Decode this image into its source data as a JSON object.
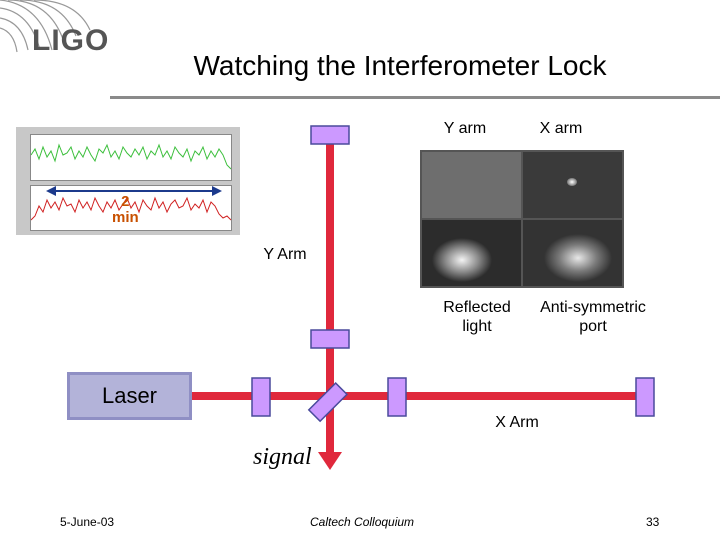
{
  "header": {
    "logo_text": "LIGO",
    "title": "Watching the Interferometer Lock"
  },
  "camera_labels": {
    "y_arm": "Y arm",
    "x_arm": "X arm",
    "reflected": "Reflected\nlight",
    "antisymmetric": "Anti-symmetric\nport"
  },
  "plot": {
    "scale_label": "2\nmin"
  },
  "diagram": {
    "laser_label": "Laser",
    "y_arm_label": "Y Arm",
    "x_arm_label": "X Arm",
    "signal_label": "signal",
    "beam_color": "#e0283c",
    "mirror_color": "#cc99ff",
    "laser_color": "#b3b3d9"
  },
  "footer": {
    "date": "5-June-03",
    "event": "Caltech Colloquium",
    "page": "33"
  }
}
